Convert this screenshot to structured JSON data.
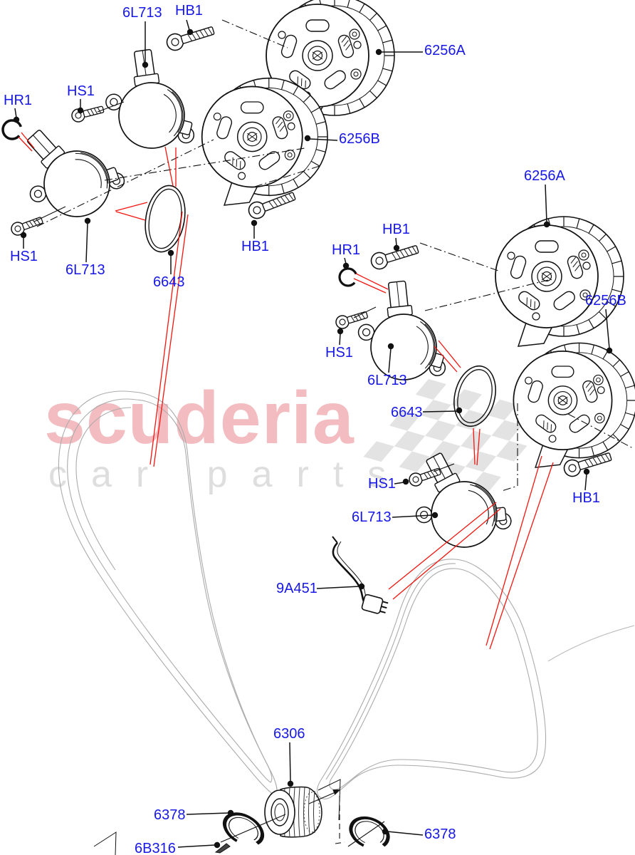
{
  "diagram": {
    "title_parts": {
      "solenoid": "6L713",
      "bolt_long": "HB1",
      "bolt_short": "HS1",
      "seal_ring": "HR1",
      "o_ring": "6643",
      "vct_unit_a": "6256A",
      "vct_unit_b": "6256B",
      "crank_sprocket": "6306",
      "snap_ring": "6378",
      "key": "6B316",
      "wiring": "9A451"
    },
    "watermark": {
      "title": "scuderia",
      "subtitle": "car parts"
    },
    "colors": {
      "label_blue": "#1717e6",
      "line_black": "#111111",
      "highlight_red": "#f3150f",
      "chain_gray": "#ababab",
      "watermark_pink": "#f3bcc0",
      "watermark_gray": "#dedede",
      "checker_gray": "#e3e3e3"
    }
  }
}
